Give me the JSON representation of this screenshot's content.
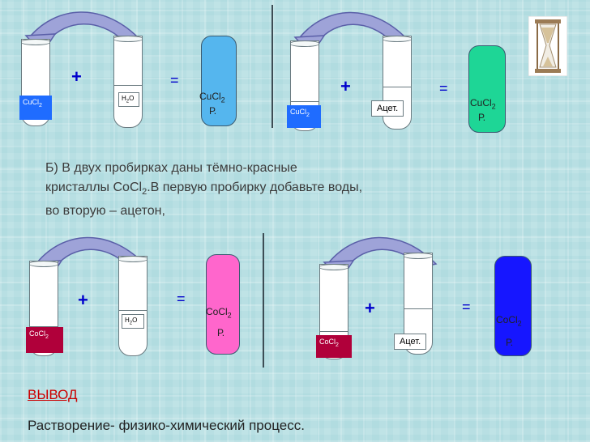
{
  "reactions": {
    "top_left": {
      "left_reagent": [
        "CuCl",
        "2"
      ],
      "right_reagent": [
        "H",
        "2",
        "O"
      ],
      "plus": "+",
      "equals": "=",
      "result_formula": [
        "CuCl",
        "2"
      ],
      "result_note": "Р.",
      "left_color": "#1f6cff",
      "result_color": "#55b6ee"
    },
    "top_right": {
      "left_reagent": [
        "CuCl",
        "2"
      ],
      "right_reagent": "Ацет.",
      "plus": "+",
      "equals": "=",
      "result_formula": [
        "CuCl",
        "2"
      ],
      "result_note": "Р.",
      "left_color": "#1f6cff",
      "result_color": "#1ed696"
    },
    "bottom_left": {
      "left_reagent": [
        "CoCl",
        "2"
      ],
      "right_reagent": [
        "H",
        "2",
        "O"
      ],
      "plus": "+",
      "equals": "=",
      "result_formula": [
        "CoCl",
        "2"
      ],
      "result_note": "Р.",
      "left_color": "#b0003a",
      "result_color": "#ff66cc"
    },
    "bottom_right": {
      "left_reagent": [
        "CoCl",
        "2"
      ],
      "right_reagent": "Ацет.",
      "plus": "+",
      "equals": "=",
      "result_formula": [
        "CoCl",
        "2"
      ],
      "result_note": "Р.",
      "left_color": "#b0003a",
      "result_color": "#1616ff"
    }
  },
  "task": {
    "line1": "Б)  В двух пробирках даны тёмно-красные",
    "line2_pre": "кристаллы CoCl",
    "line2_sub": "2",
    "line2_post": ".В первую пробирку добавьте воды,",
    "line3": "во вторую – ацетон,"
  },
  "conclusion": {
    "title": "ВЫВОД",
    "text": "Растворение- физико-химический процесс."
  },
  "icons": {
    "hourglass": "hourglass-icon",
    "curved_arrow": "curved-arrow-icon"
  }
}
